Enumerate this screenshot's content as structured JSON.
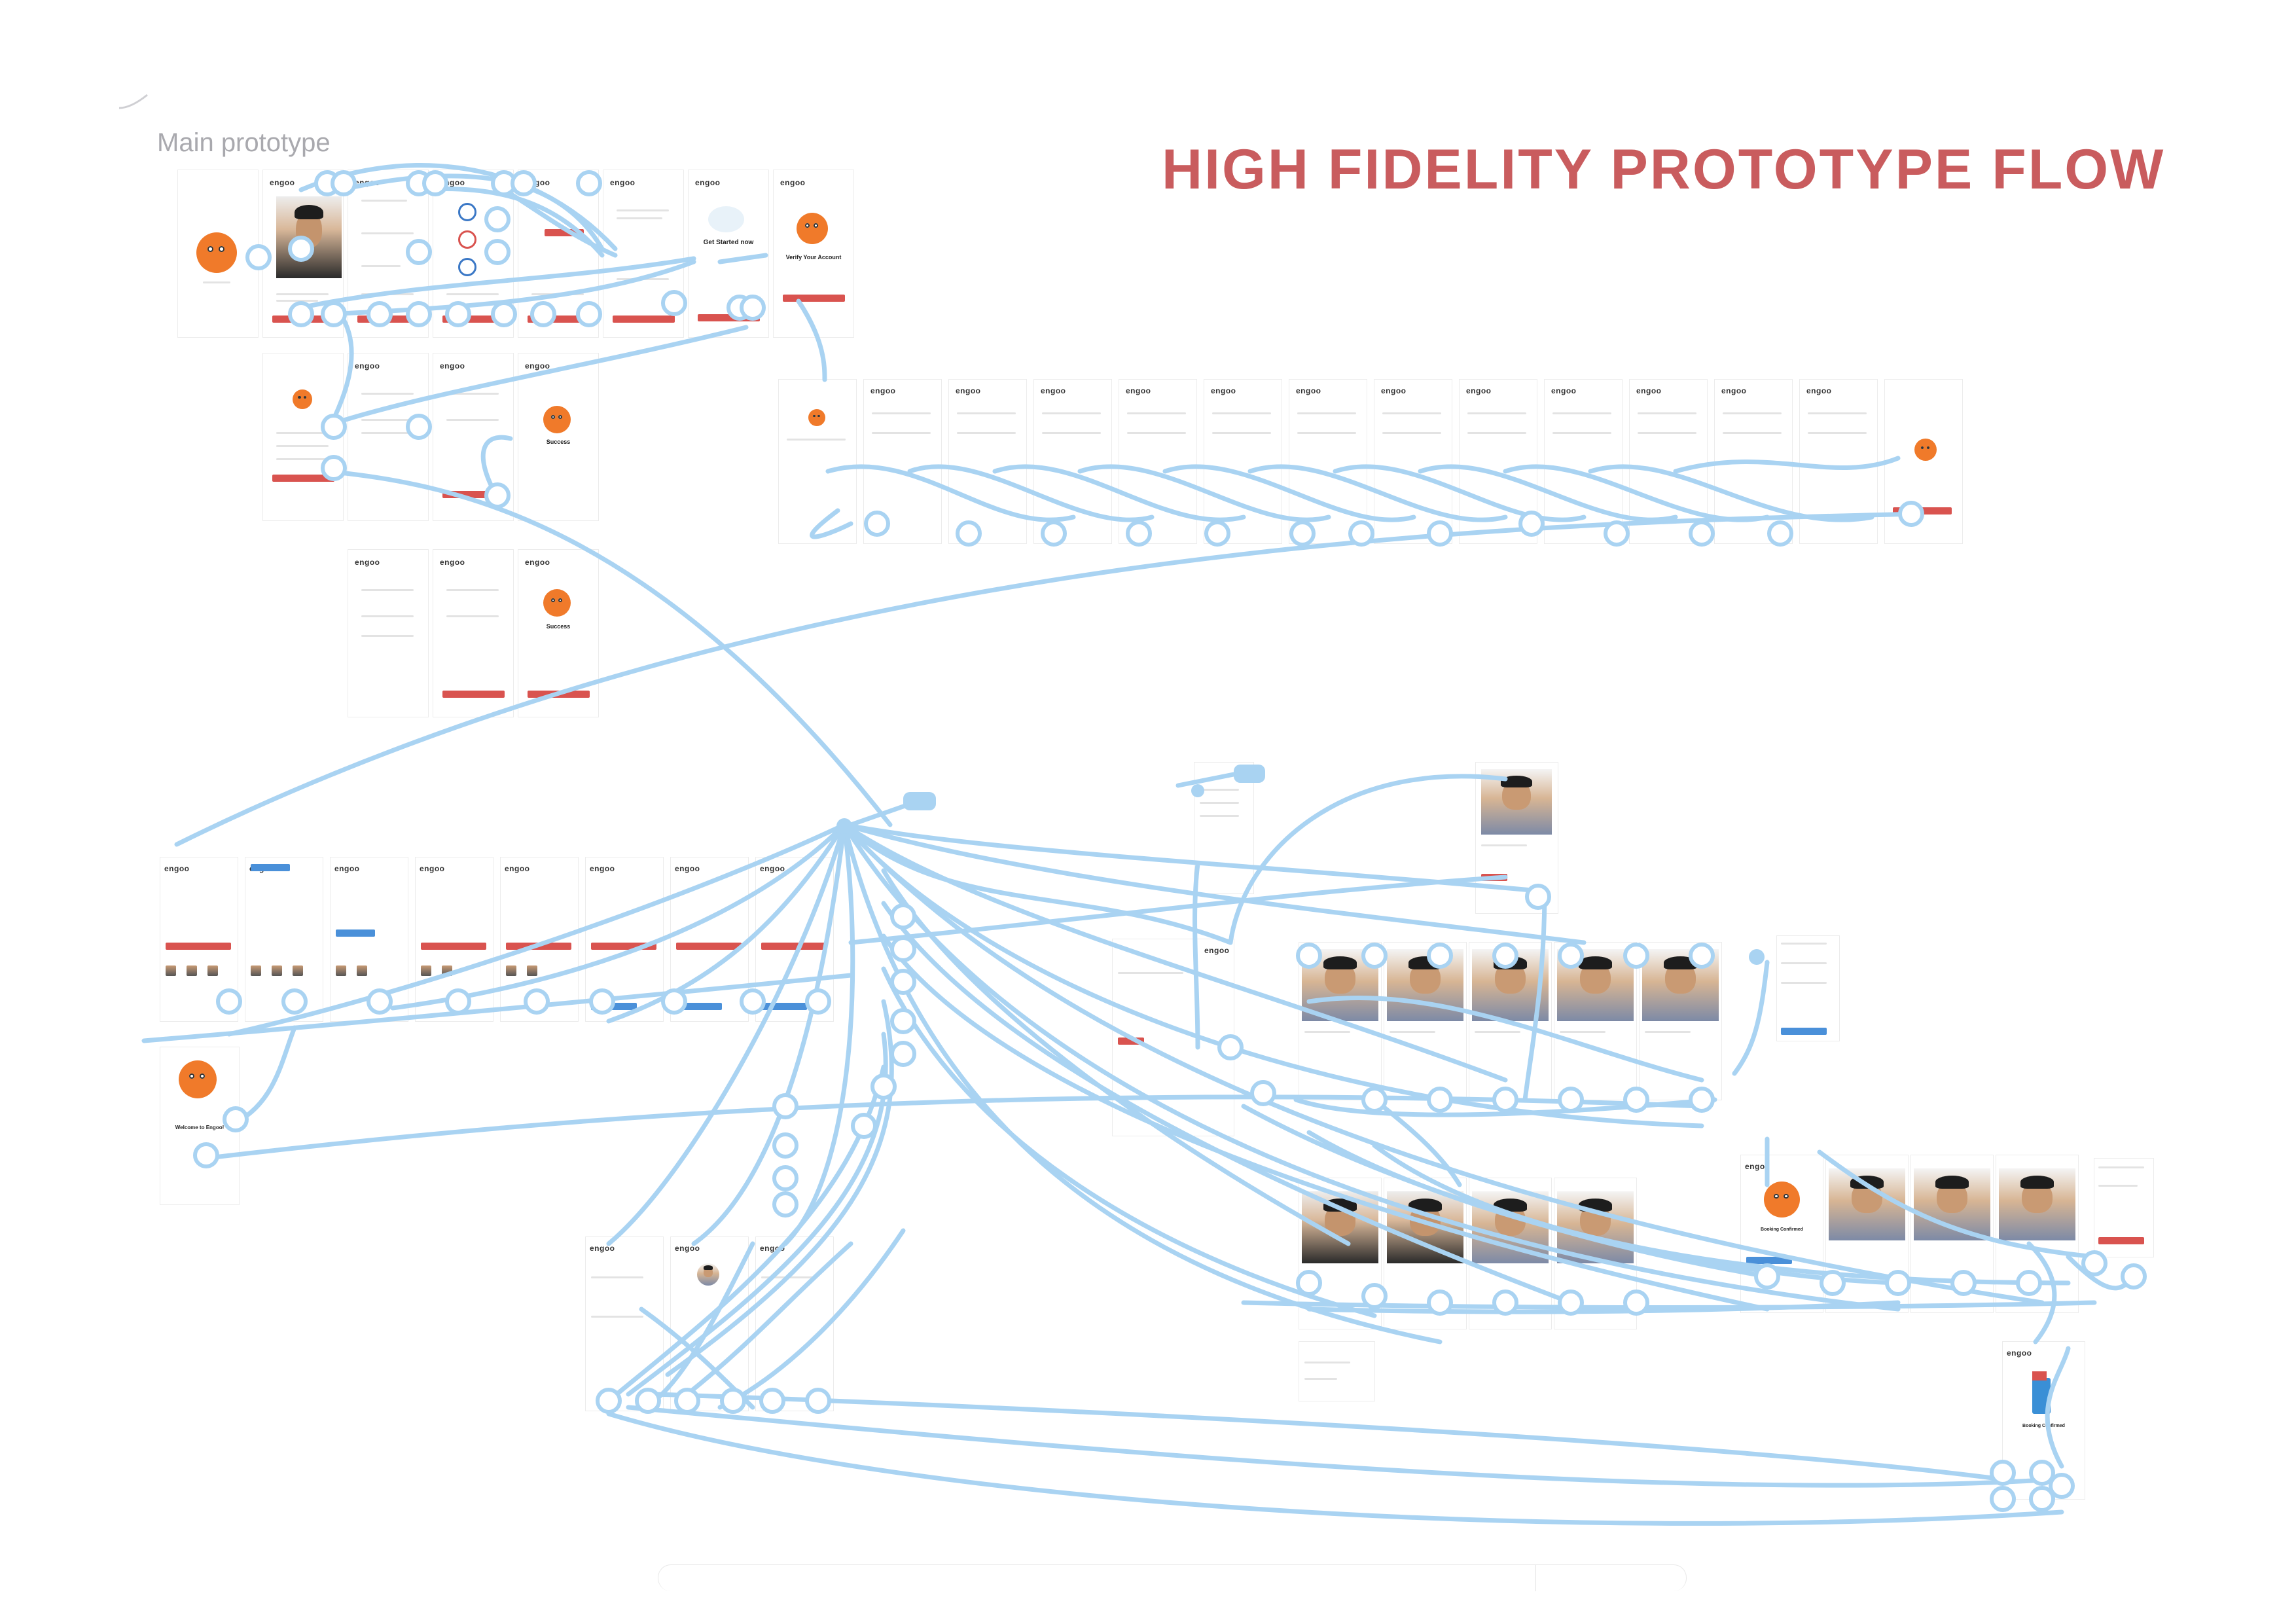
{
  "canvas": {
    "frame_label": "Main prototype",
    "title": "HIGH FIDELITY PROTOTYPE FLOW"
  },
  "screens": {
    "brand_logo": "engoo",
    "get_started": "Get Started now",
    "verify_account": "Verify Your Account",
    "success": "Success",
    "welcome": "Welcome to Engoo!",
    "booking_confirmed": "Booking Confirmed"
  },
  "colors": {
    "title": "#c95c5e",
    "frame_label": "#a9a9ae",
    "connector": "#a9d3f2",
    "cta": "#d9534f",
    "cta_blue": "#4a90d9",
    "mascot": "#f07a2a"
  }
}
